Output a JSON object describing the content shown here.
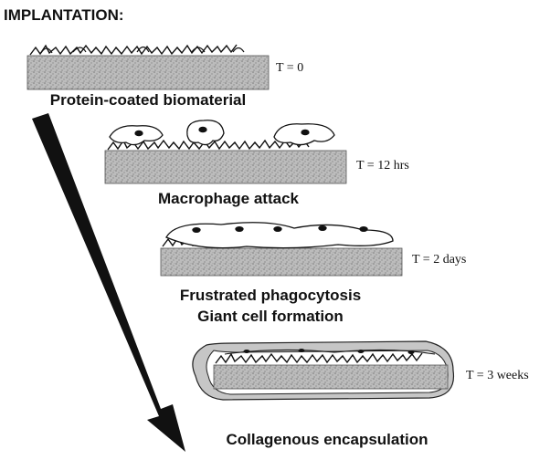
{
  "title": "IMPLANTATION:",
  "stages": [
    {
      "caption": [
        "Protein-coated biomaterial"
      ],
      "time": "T = 0"
    },
    {
      "caption": [
        "Macrophage attack"
      ],
      "time": "T = 12 hrs"
    },
    {
      "caption": [
        "Frustrated phagocytosis",
        "Giant cell formation"
      ],
      "time": "T = 2 days"
    },
    {
      "caption": [
        "Collagenous encapsulation"
      ],
      "time": "T = 3 weeks"
    }
  ],
  "colors": {
    "substrate": "#b9b9b9",
    "ink": "#111111",
    "capsule": "#bdbdbd"
  }
}
